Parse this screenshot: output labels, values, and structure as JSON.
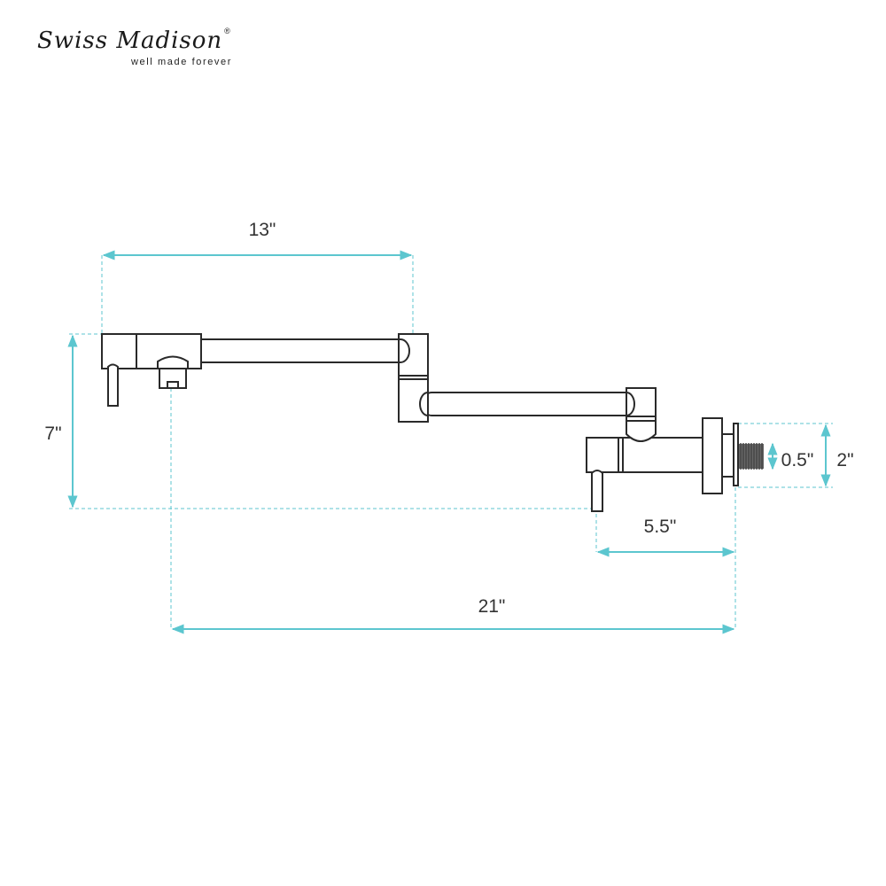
{
  "logo": {
    "brand": "Swiss Madison",
    "tagline": "well made forever",
    "registered": "®"
  },
  "dimensions": {
    "spout_reach": "13\"",
    "height": "7\"",
    "valve_length": "5.5\"",
    "total_reach": "21\"",
    "inlet_size": "0.5\"",
    "flange_diameter": "2\""
  },
  "colors": {
    "dimension": "#5cc6cf",
    "outline": "#2a2a2a"
  }
}
